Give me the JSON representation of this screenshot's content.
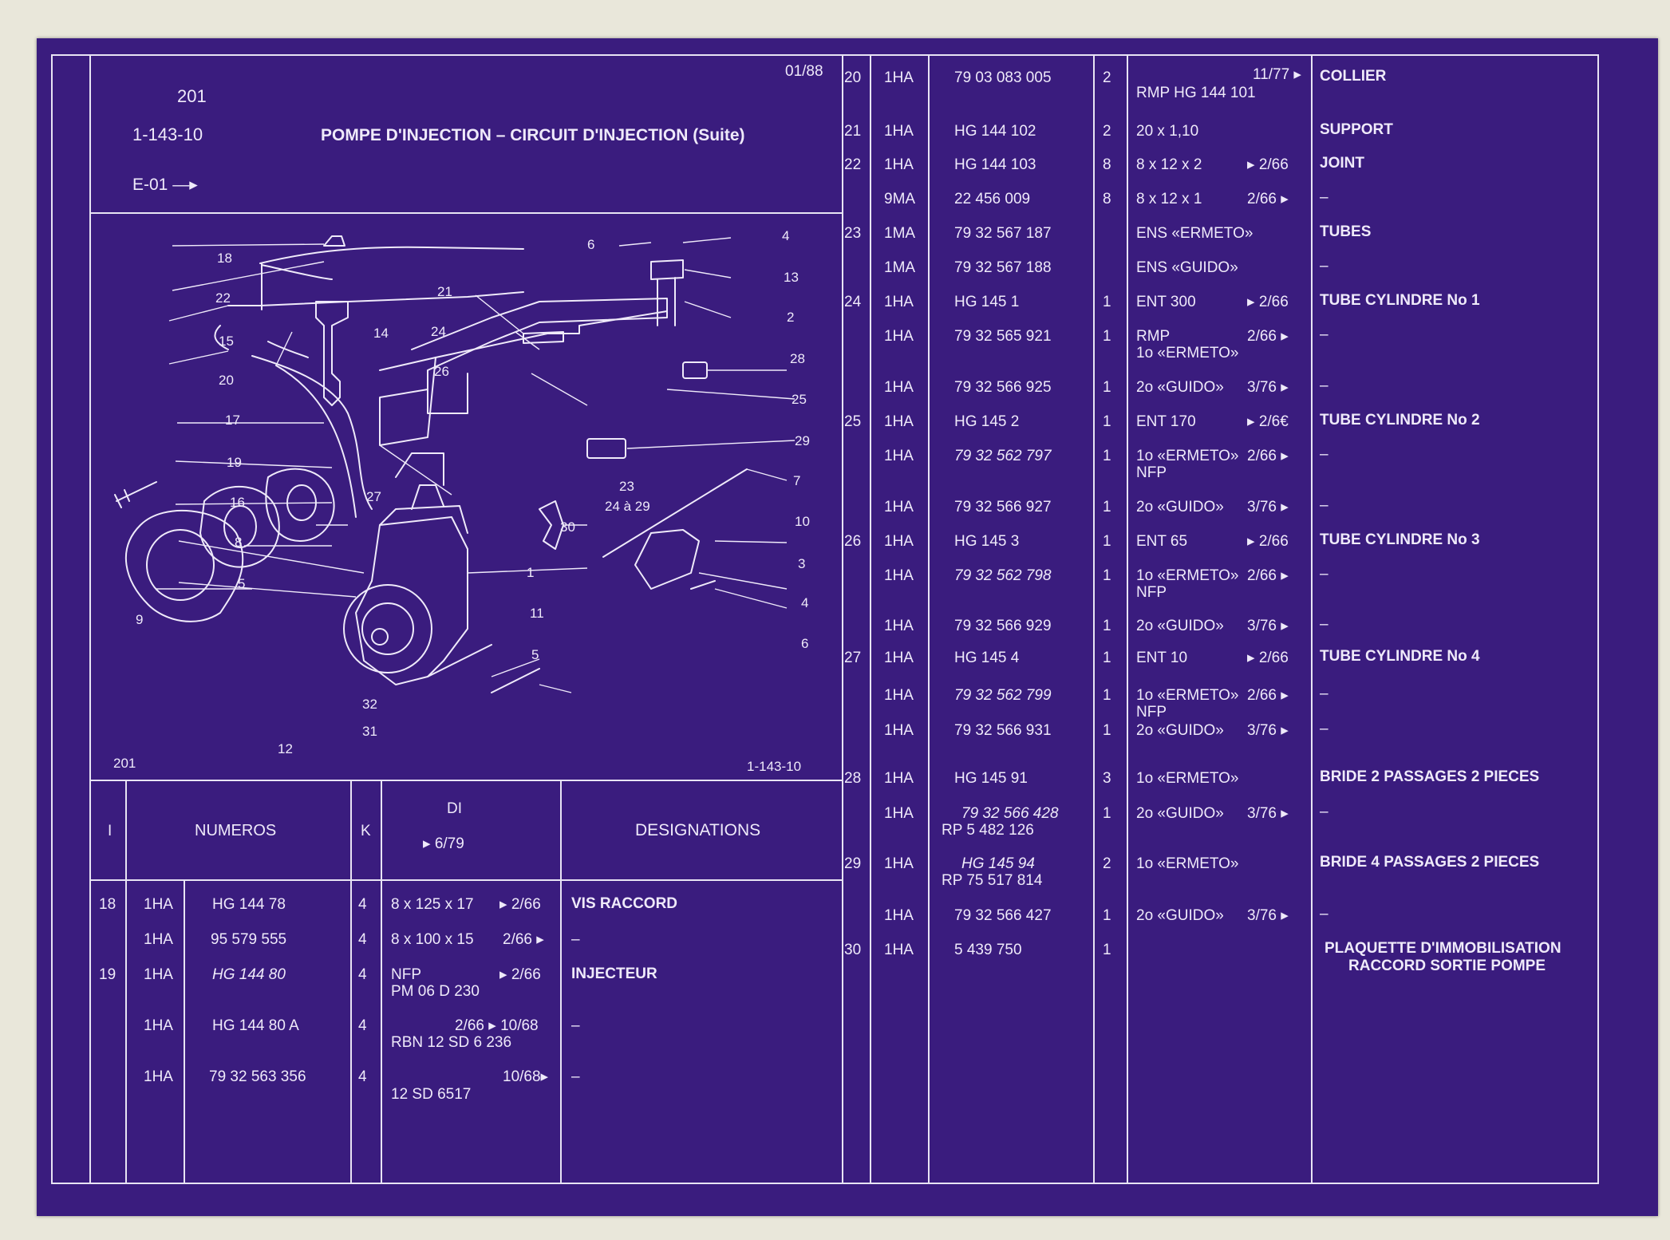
{
  "header": {
    "page": "201",
    "ref": "1-143-10",
    "date": "01/88",
    "title": "POMPE D'INJECTION – CIRCUIT D'INJECTION (Suite)",
    "code": "E-01 —▸"
  },
  "figure": {
    "corner_left": "201",
    "corner_right": "1-143-10",
    "labels": [
      "18",
      "22",
      "15",
      "20",
      "17",
      "19",
      "16",
      "8",
      "5",
      "9",
      "14",
      "21",
      "24",
      "26",
      "27",
      "6",
      "4",
      "13",
      "2",
      "28",
      "25",
      "29",
      "23",
      "24 à 29",
      "30",
      "1",
      "7",
      "10",
      "3",
      "4",
      "6",
      "11",
      "5",
      "32",
      "31",
      "12"
    ]
  },
  "columns": {
    "i": "I",
    "numeros": "NUMEROS",
    "k": "K",
    "di": "DI",
    "di_sub": "▸ 6/79",
    "designations": "DESIGNATIONS"
  },
  "left_rows": [
    {
      "i": "18",
      "pref": "1HA",
      "num": "HG  144   78",
      "k": "4",
      "di": "8 x 125 x 17",
      "di_r": "▸ 2/66",
      "des": "VIS RACCORD"
    },
    {
      "i": "",
      "pref": "1HA",
      "num": "95  579  555",
      "k": "4",
      "di": "8 x 100 x 15",
      "di_r": "2/66 ▸",
      "des": "–"
    },
    {
      "i": "19",
      "pref": "1HA",
      "num": "HG  144   80",
      "k": "4",
      "di": "NFP",
      "di2": "PM 06 D 230",
      "di_r": "▸ 2/66",
      "des": "INJECTEUR"
    },
    {
      "i": "",
      "pref": "1HA",
      "num": "HG  144   80  A",
      "k": "4",
      "di": "2/66 ▸ 10/68",
      "di2": "RBN 12 SD 6 236",
      "di_r": "",
      "des": "–"
    },
    {
      "i": "",
      "pref": "1HA",
      "num": "79  32  563  356",
      "k": "4",
      "di": "",
      "di2": "12 SD 6517",
      "di_r": "10/68▸",
      "des": "–"
    }
  ],
  "right_rows": [
    {
      "i": "20",
      "pref": "1HA",
      "num": "79  03  083  005",
      "k": "2",
      "di": "RMP HG  144 101",
      "di_top": "11/77 ▸",
      "des": "COLLIER"
    },
    {
      "i": "21",
      "pref": "1HA",
      "num": "HG  144  102",
      "k": "2",
      "di": "20 x 1,10",
      "di_r": "",
      "des": "SUPPORT"
    },
    {
      "i": "22",
      "pref": "1HA",
      "num": "HG  144  103",
      "k": "8",
      "di": "8 x 12 x 2",
      "di_r": "▸ 2/66",
      "des": "JOINT"
    },
    {
      "i": "",
      "pref": "9MA",
      "num": "22  456  009",
      "k": "8",
      "di": "8 x 12 x 1",
      "di_r": "2/66  ▸",
      "des": "–"
    },
    {
      "i": "23",
      "pref": "1MA",
      "num": "79  32  567  187",
      "k": "",
      "di": "ENS «ERMETO»",
      "di_r": "",
      "des": "TUBES"
    },
    {
      "i": "",
      "pref": "1MA",
      "num": "79  32  567  188",
      "k": "",
      "di": "ENS «GUIDO»",
      "di_r": "",
      "des": "–"
    },
    {
      "i": "24",
      "pref": "1HA",
      "num": "HG  145     1",
      "k": "1",
      "di": "ENT 300",
      "di_r": "▸ 2/66",
      "des": "TUBE CYLINDRE No 1"
    },
    {
      "i": "",
      "pref": "1HA",
      "num": "79  32  565  921",
      "k": "1",
      "di": "RMP",
      "di2": "1o «ERMETO»",
      "di_r": "2/66  ▸",
      "des": "–"
    },
    {
      "i": "",
      "pref": "1HA",
      "num": "79  32  566  925",
      "k": "1",
      "di": "2o «GUIDO»",
      "di_r": "3/76  ▸",
      "des": "–"
    },
    {
      "i": "25",
      "pref": "1HA",
      "num": "HG  145     2",
      "k": "1",
      "di": "ENT 170",
      "di_r": "▸ 2/6€",
      "des": "TUBE CYLINDRE No 2"
    },
    {
      "i": "",
      "pref": "1HA",
      "num": "79  32  562  797",
      "k": "1",
      "di": "1o «ERMETO»",
      "di2": "NFP",
      "di_r": "2/66  ▸",
      "des": "–"
    },
    {
      "i": "",
      "pref": "1HA",
      "num": "79  32  566  927",
      "k": "1",
      "di": "2o «GUIDO»",
      "di_r": "3/76  ▸",
      "des": "–"
    },
    {
      "i": "26",
      "pref": "1HA",
      "num": "HG  145     3",
      "k": "1",
      "di": "ENT 65",
      "di_r": "▸ 2/66",
      "des": "TUBE CYLINDRE No 3"
    },
    {
      "i": "",
      "pref": "1HA",
      "num": "79  32  562  798",
      "k": "1",
      "di": "1o «ERMETO»",
      "di2": "NFP",
      "di_r": "2/66  ▸",
      "des": "–"
    },
    {
      "i": "",
      "pref": "1HA",
      "num": "79  32  566  929",
      "k": "1",
      "di": "2o «GUIDO»",
      "di_r": "3/76  ▸",
      "des": "–"
    },
    {
      "i": "27",
      "pref": "1HA",
      "num": "HG  145     4",
      "k": "1",
      "di": "ENT 10",
      "di_r": "▸ 2/66",
      "des": "TUBE CYLINDRE No 4"
    },
    {
      "i": "",
      "pref": "1HA",
      "num": "79  32  562  799",
      "k": "1",
      "di": "1o «ERMETO»",
      "di2": "NFP",
      "di_r": "2/66  ▸",
      "des": "–"
    },
    {
      "i": "",
      "pref": "1HA",
      "num": "79  32  566  931",
      "k": "1",
      "di": "2o «GUIDO»",
      "di_r": "3/76  ▸",
      "des": "–"
    },
    {
      "i": "28",
      "pref": "1HA",
      "num": "HG  145   91",
      "k": "3",
      "di": "1o «ERMETO»",
      "di_r": "",
      "des": "BRIDE 2 PASSAGES 2 PIECES"
    },
    {
      "i": "",
      "pref": "1HA",
      "num": "79  32  566  428",
      "num2": "RP 5  482  126",
      "k": "1",
      "di": "2o «GUIDO»",
      "di_r": "3/76  ▸",
      "des": "–"
    },
    {
      "i": "29",
      "pref": "1HA",
      "num": "HG  145   94",
      "num2": "RP 75  517  814",
      "k": "2",
      "di": "1o «ERMETO»",
      "di_r": "",
      "des": "BRIDE 4 PASSAGES 2 PIECES"
    },
    {
      "i": "",
      "pref": "1HA",
      "num": "79  32  566  427",
      "k": "1",
      "di": "2o «GUIDO»",
      "di_r": "3/76  ▸",
      "des": "–"
    },
    {
      "i": "30",
      "pref": "1HA",
      "num": "5  439  750",
      "k": "1",
      "di": "",
      "di_r": "",
      "des": "PLAQUETTE D'IMMOBILISATION",
      "des2": "RACCORD SORTIE POMPE"
    }
  ]
}
